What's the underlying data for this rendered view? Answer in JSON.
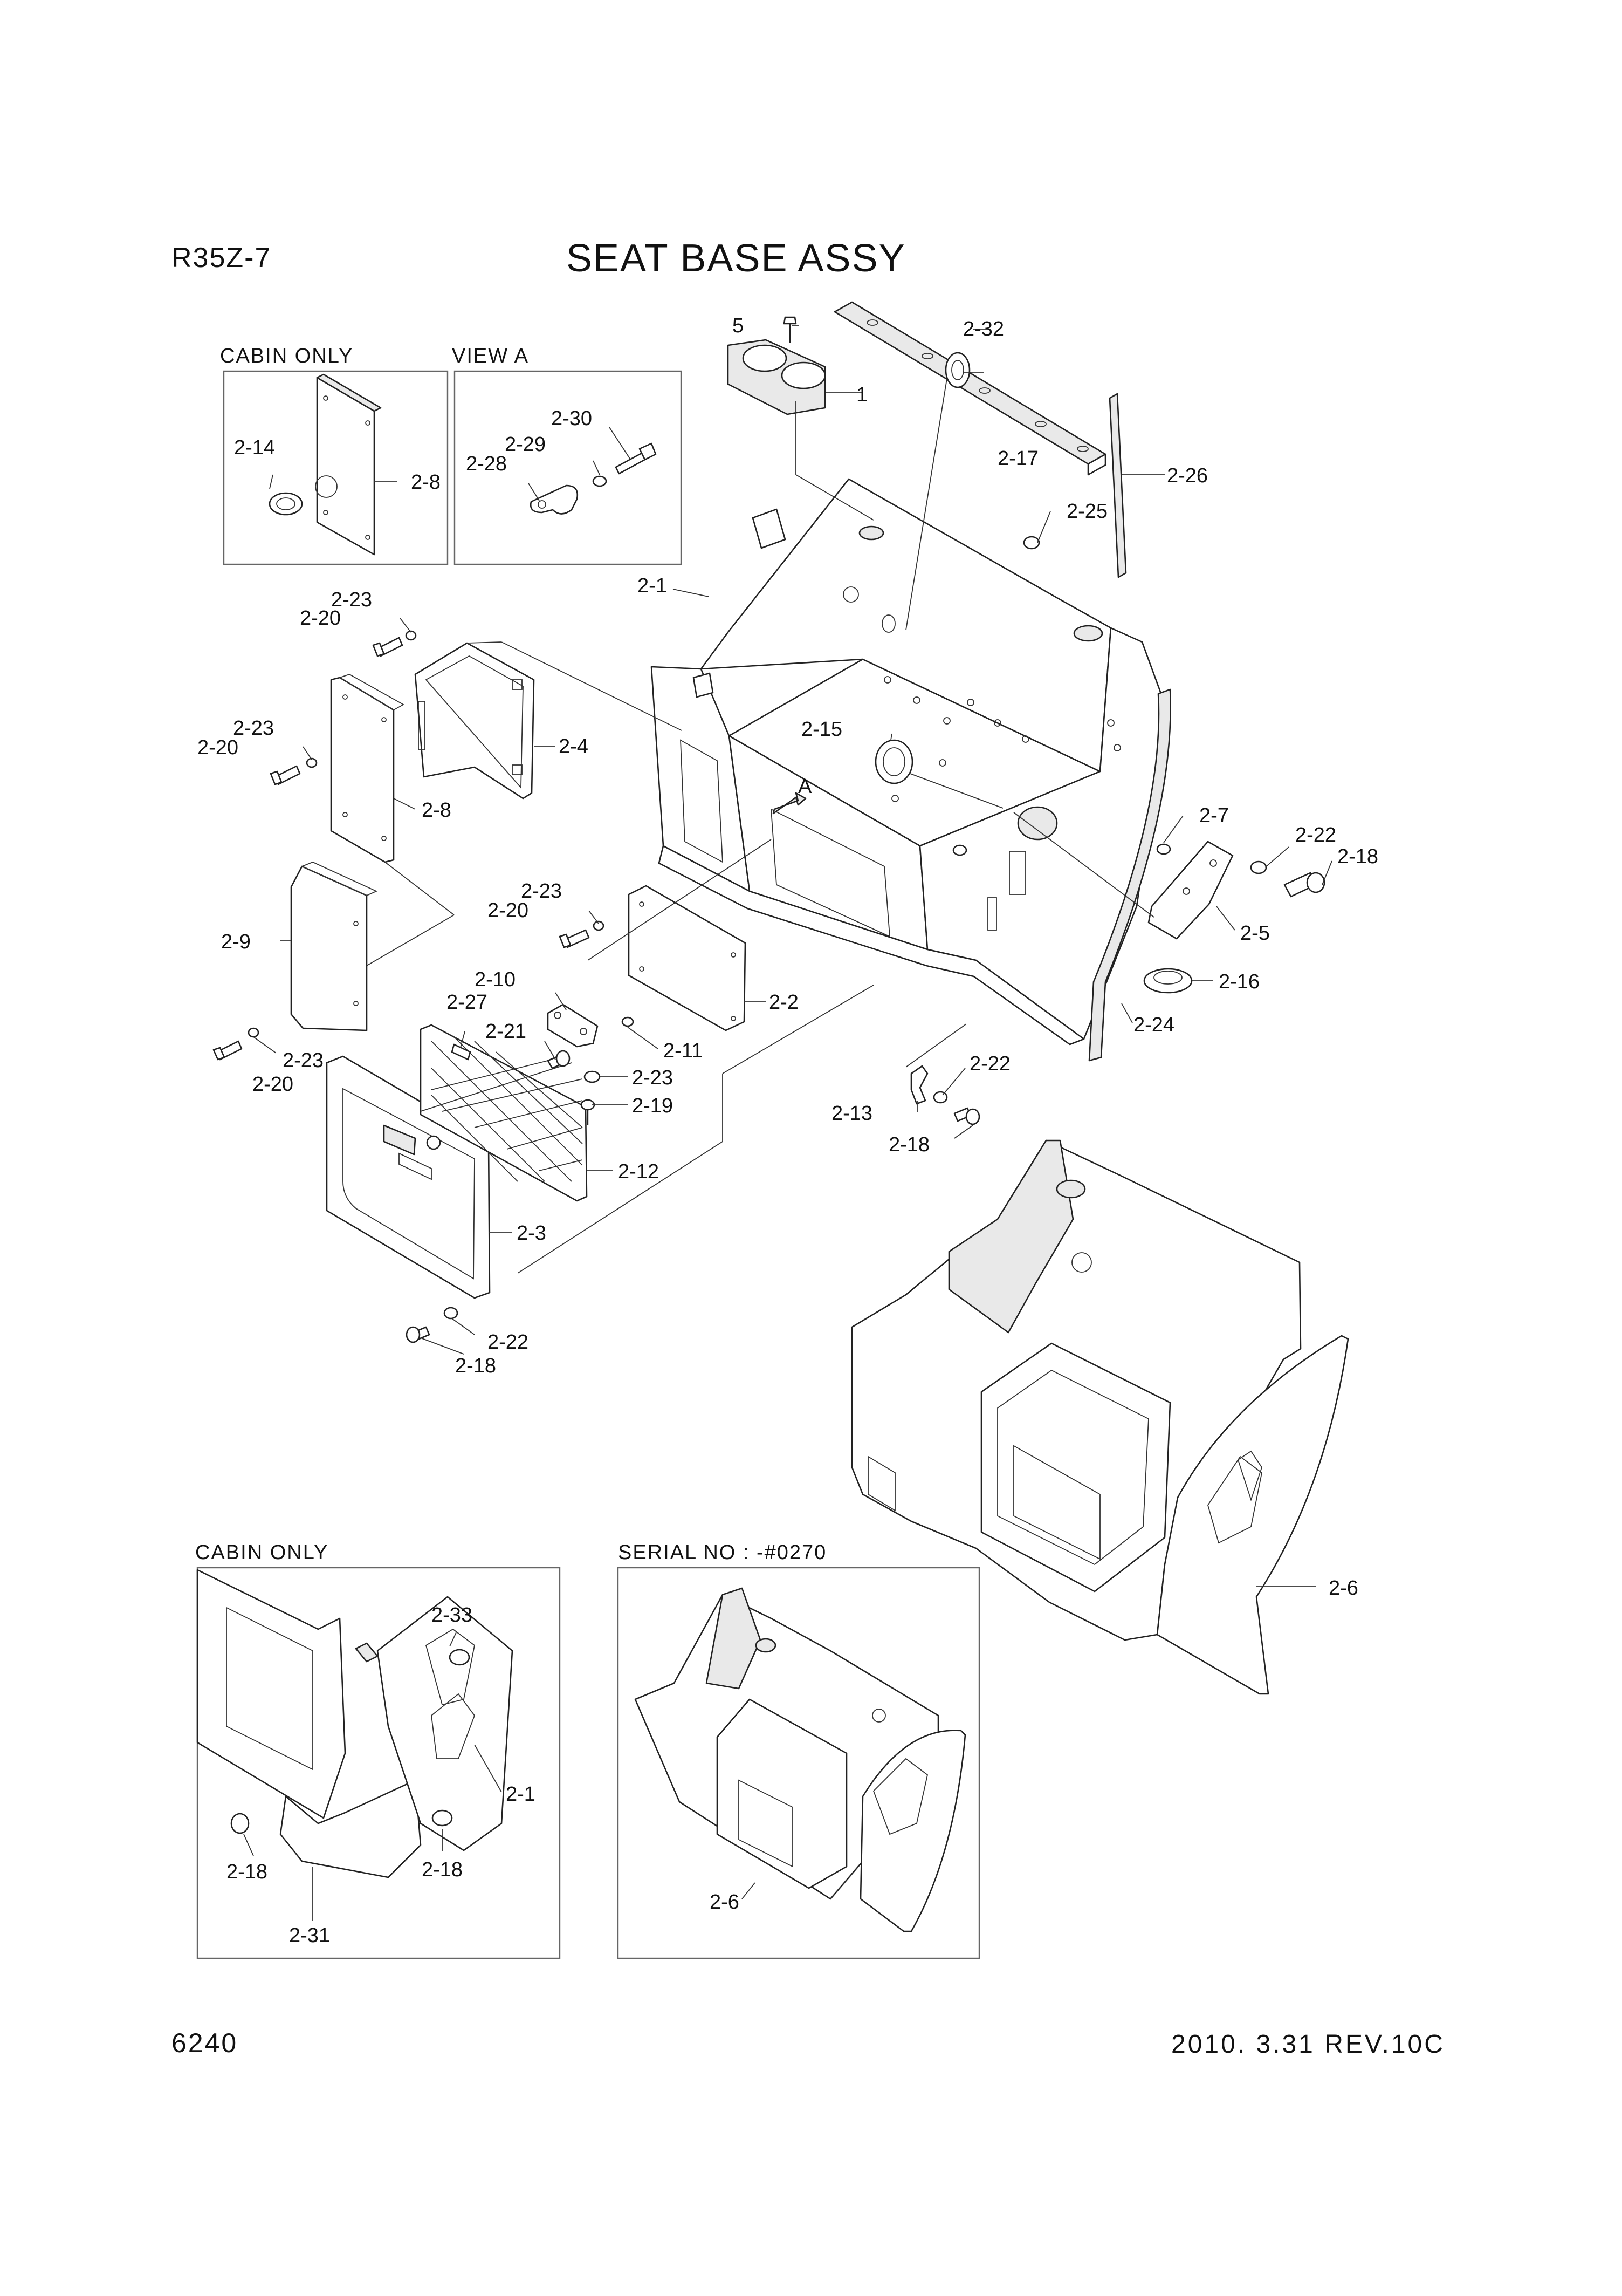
{
  "header": {
    "model": "R35Z-7",
    "title": "SEAT BASE ASSY"
  },
  "footer": {
    "page_number": "6240",
    "revision": "2010. 3.31  REV.10C"
  },
  "inset_boxes": {
    "cabin_only_top": "CABIN ONLY",
    "view_a": "VIEW A",
    "cabin_only_bottom": "CABIN ONLY",
    "serial_no": "SERIAL NO : -#0270"
  },
  "view_marker": "A",
  "callouts": [
    {
      "id": "c-5",
      "text": "5"
    },
    {
      "id": "c-1",
      "text": "1"
    },
    {
      "id": "c-2-32",
      "text": "2-32"
    },
    {
      "id": "c-2-26",
      "text": "2-26"
    },
    {
      "id": "c-2-17",
      "text": "2-17"
    },
    {
      "id": "c-2-25",
      "text": "2-25"
    },
    {
      "id": "c-2-1",
      "text": "2-1"
    },
    {
      "id": "c-2-15",
      "text": "2-15"
    },
    {
      "id": "c-2-7",
      "text": "2-7"
    },
    {
      "id": "c-2-22-a",
      "text": "2-22"
    },
    {
      "id": "c-2-18-a",
      "text": "2-18"
    },
    {
      "id": "c-2-5",
      "text": "2-5"
    },
    {
      "id": "c-2-16",
      "text": "2-16"
    },
    {
      "id": "c-2-24",
      "text": "2-24"
    },
    {
      "id": "c-2-22-b",
      "text": "2-22"
    },
    {
      "id": "c-2-13",
      "text": "2-13"
    },
    {
      "id": "c-2-18-b",
      "text": "2-18"
    },
    {
      "id": "c-2-14",
      "text": "2-14"
    },
    {
      "id": "c-2-8-a",
      "text": "2-8"
    },
    {
      "id": "c-2-30",
      "text": "2-30"
    },
    {
      "id": "c-2-29",
      "text": "2-29"
    },
    {
      "id": "c-2-28",
      "text": "2-28"
    },
    {
      "id": "c-2-23-a",
      "text": "2-23"
    },
    {
      "id": "c-2-20-a",
      "text": "2-20"
    },
    {
      "id": "c-2-4",
      "text": "2-4"
    },
    {
      "id": "c-2-23-b",
      "text": "2-23"
    },
    {
      "id": "c-2-20-b",
      "text": "2-20"
    },
    {
      "id": "c-2-8-b",
      "text": "2-8"
    },
    {
      "id": "c-2-9",
      "text": "2-9"
    },
    {
      "id": "c-2-23-c",
      "text": "2-23"
    },
    {
      "id": "c-2-20-c",
      "text": "2-20"
    },
    {
      "id": "c-2-2",
      "text": "2-2"
    },
    {
      "id": "c-2-10",
      "text": "2-10"
    },
    {
      "id": "c-2-27",
      "text": "2-27"
    },
    {
      "id": "c-2-21",
      "text": "2-21"
    },
    {
      "id": "c-2-11",
      "text": "2-11"
    },
    {
      "id": "c-2-23-d",
      "text": "2-23"
    },
    {
      "id": "c-2-19",
      "text": "2-19"
    },
    {
      "id": "c-2-12",
      "text": "2-12"
    },
    {
      "id": "c-2-23-e",
      "text": "2-23"
    },
    {
      "id": "c-2-20-d",
      "text": "2-20"
    },
    {
      "id": "c-2-3",
      "text": "2-3"
    },
    {
      "id": "c-2-22-c",
      "text": "2-22"
    },
    {
      "id": "c-2-18-c",
      "text": "2-18"
    },
    {
      "id": "c-2-6-a",
      "text": "2-6"
    },
    {
      "id": "c-2-33",
      "text": "2-33"
    },
    {
      "id": "c-2-1-b",
      "text": "2-1"
    },
    {
      "id": "c-2-18-d",
      "text": "2-18"
    },
    {
      "id": "c-2-18-e",
      "text": "2-18"
    },
    {
      "id": "c-2-31",
      "text": "2-31"
    },
    {
      "id": "c-2-6-b",
      "text": "2-6"
    }
  ]
}
